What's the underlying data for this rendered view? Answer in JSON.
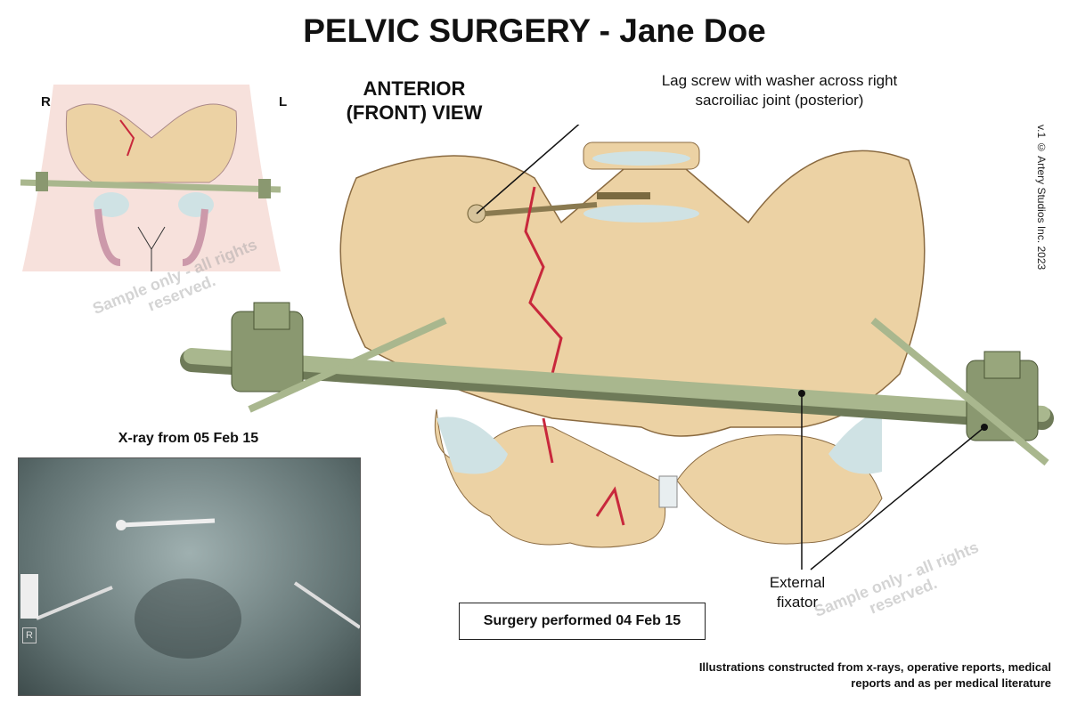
{
  "title": "PELVIC SURGERY - Jane Doe",
  "inset": {
    "right_label": "R",
    "left_label": "L"
  },
  "view_label": "ANTERIOR (FRONT) VIEW",
  "callouts": {
    "lag_screw": "Lag screw with washer across right sacroiliac joint (posterior)",
    "external_fixator": "External fixator"
  },
  "xray": {
    "label": "X-ray from 05 Feb 15",
    "marker": "R"
  },
  "surgery_note": "Surgery performed 04 Feb 15",
  "footnote": "Illustrations constructed from x-rays, operative reports, medical reports and as per medical literature",
  "copyright": "v.1 © Artery Studios Inc. 2023",
  "watermark": "Sample only - all rights reserved.",
  "colors": {
    "bone": "#ecd2a4",
    "rod": "#a9b78e",
    "fracture": "#c8283c",
    "cartilage": "#cfe2e4"
  }
}
